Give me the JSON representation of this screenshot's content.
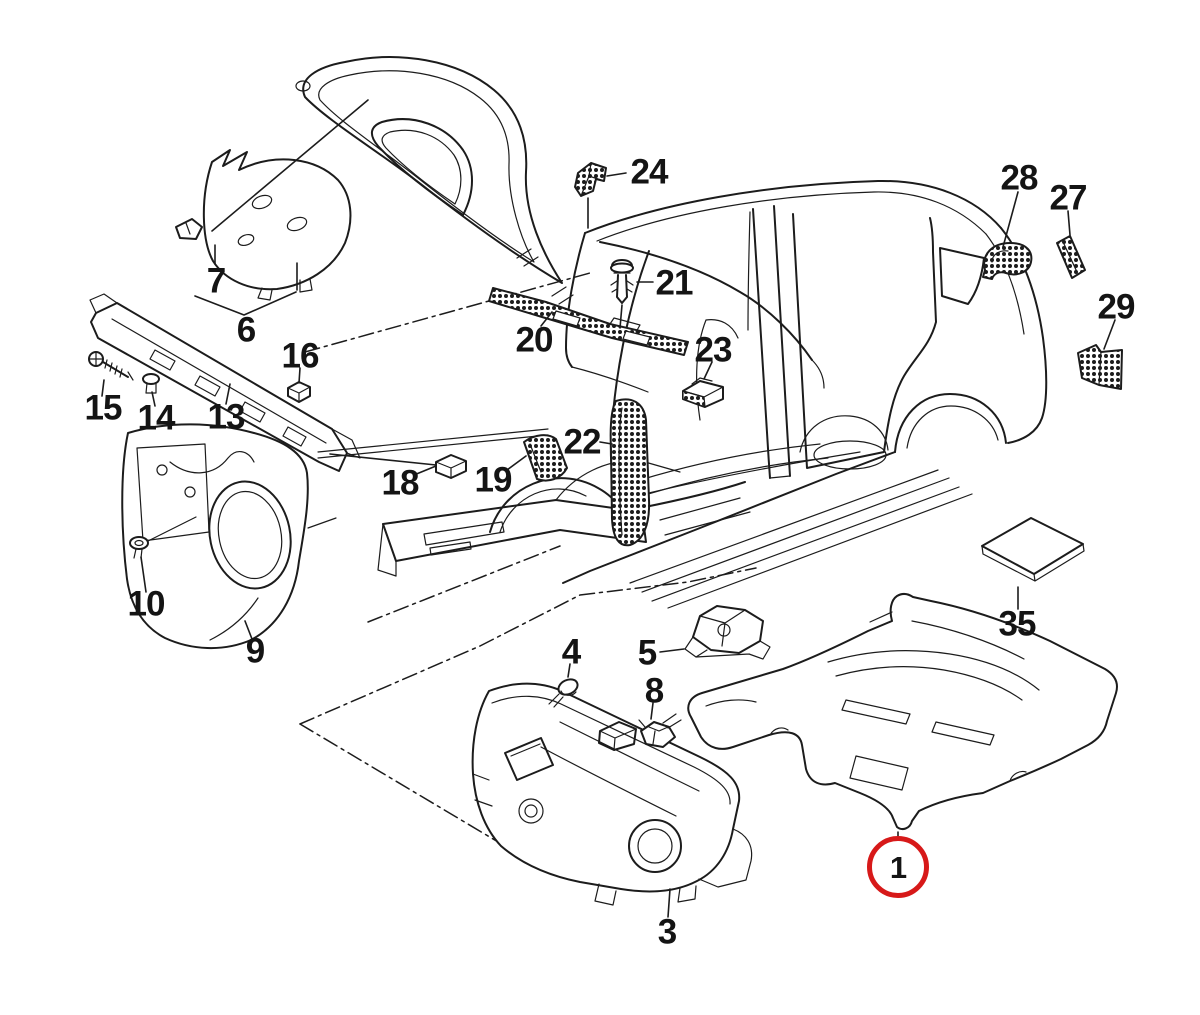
{
  "diagram": {
    "kind": "exploded-parts-diagram",
    "subject": "car body sound insulation and floor covering",
    "background_color": "#ffffff",
    "line_color": "#1c1c1c",
    "highlight_color": "#d71919",
    "highlighted_part_number": "1"
  },
  "parts": {
    "p1": {
      "label": "1",
      "highlighted": true
    },
    "p3": {
      "label": "3",
      "highlighted": false
    },
    "p4": {
      "label": "4",
      "highlighted": false
    },
    "p5": {
      "label": "5",
      "highlighted": false
    },
    "p6": {
      "label": "6",
      "highlighted": false
    },
    "p7": {
      "label": "7",
      "highlighted": false
    },
    "p8": {
      "label": "8",
      "highlighted": false
    },
    "p9": {
      "label": "9",
      "highlighted": false
    },
    "p10": {
      "label": "10",
      "highlighted": false
    },
    "p13": {
      "label": "13",
      "highlighted": false
    },
    "p14": {
      "label": "14",
      "highlighted": false
    },
    "p15": {
      "label": "15",
      "highlighted": false
    },
    "p16": {
      "label": "16",
      "highlighted": false
    },
    "p18": {
      "label": "18",
      "highlighted": false
    },
    "p19": {
      "label": "19",
      "highlighted": false
    },
    "p20": {
      "label": "20",
      "highlighted": false
    },
    "p21": {
      "label": "21",
      "highlighted": false
    },
    "p22": {
      "label": "22",
      "highlighted": false
    },
    "p23": {
      "label": "23",
      "highlighted": false
    },
    "p24": {
      "label": "24",
      "highlighted": false
    },
    "p27": {
      "label": "27",
      "highlighted": false
    },
    "p28": {
      "label": "28",
      "highlighted": false
    },
    "p29": {
      "label": "29",
      "highlighted": false
    },
    "p35": {
      "label": "35",
      "highlighted": false
    }
  }
}
